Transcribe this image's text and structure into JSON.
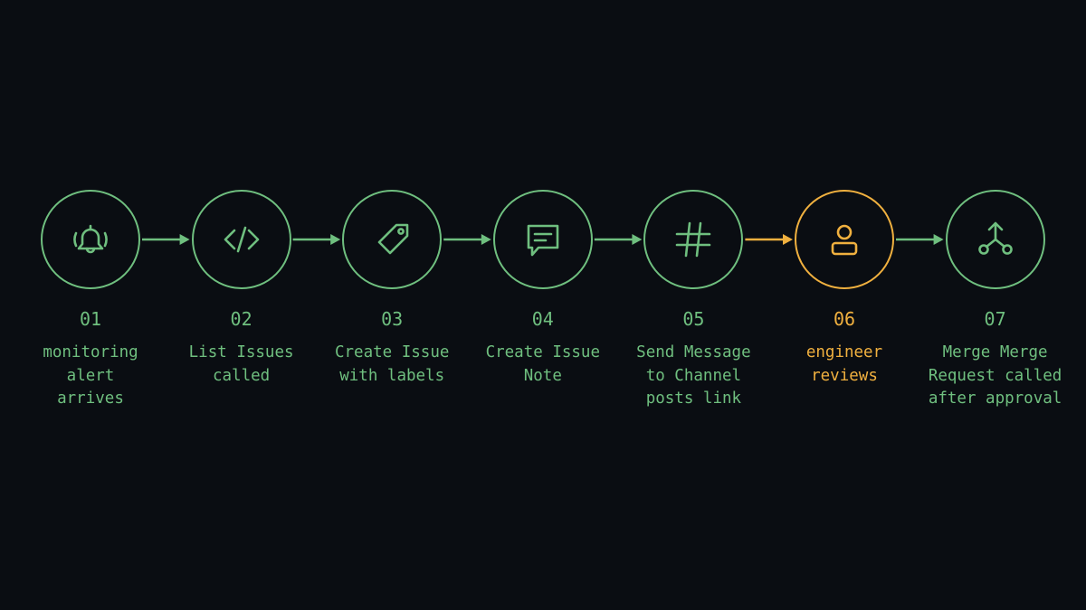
{
  "colors": {
    "background": "#0a0d12",
    "step": "#6fbf7f",
    "highlight": "#f0b03f"
  },
  "steps": [
    {
      "number": "01",
      "icon": "bell-ringing-icon",
      "lines": [
        "monitoring",
        "alert",
        "arrives"
      ]
    },
    {
      "number": "02",
      "icon": "code-icon",
      "lines": [
        "List Issues",
        "called"
      ]
    },
    {
      "number": "03",
      "icon": "tag-icon",
      "lines": [
        "Create Issue",
        "with labels"
      ]
    },
    {
      "number": "04",
      "icon": "chat-icon",
      "lines": [
        "Create Issue",
        "Note"
      ]
    },
    {
      "number": "05",
      "icon": "hash-icon",
      "lines": [
        "Send Message",
        "to Channel",
        "posts link"
      ]
    },
    {
      "number": "06",
      "icon": "user-icon",
      "lines": [
        "engineer",
        "reviews"
      ],
      "highlight": true
    },
    {
      "number": "07",
      "icon": "merge-icon",
      "lines": [
        "Merge Merge",
        "Request called",
        "after approval"
      ]
    }
  ]
}
